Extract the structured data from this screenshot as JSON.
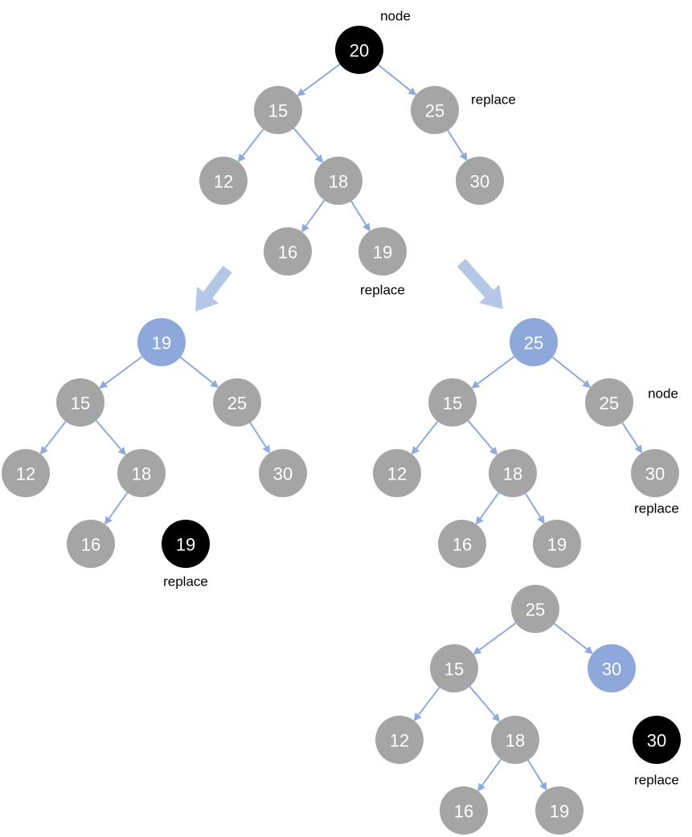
{
  "colors": {
    "normal": "#a5a5a5",
    "highlight": "#8fa8dc",
    "target": "#000000",
    "edge": "#8faadc",
    "big_arrow": "#b4c7e7"
  },
  "trees": [
    {
      "id": "top",
      "nodes": [
        {
          "id": "n20",
          "label": "20",
          "state": "target"
        },
        {
          "id": "n15",
          "label": "15",
          "state": "normal"
        },
        {
          "id": "n25",
          "label": "25",
          "state": "normal"
        },
        {
          "id": "n12",
          "label": "12",
          "state": "normal"
        },
        {
          "id": "n18",
          "label": "18",
          "state": "normal"
        },
        {
          "id": "n30",
          "label": "30",
          "state": "normal"
        },
        {
          "id": "n16",
          "label": "16",
          "state": "normal"
        },
        {
          "id": "n19",
          "label": "19",
          "state": "normal"
        }
      ],
      "edges": [
        [
          "n20",
          "n15"
        ],
        [
          "n20",
          "n25"
        ],
        [
          "n15",
          "n12"
        ],
        [
          "n15",
          "n18"
        ],
        [
          "n25",
          "n30"
        ],
        [
          "n18",
          "n16"
        ],
        [
          "n18",
          "n19"
        ]
      ],
      "tags": [
        {
          "node": "n20",
          "text": "node"
        },
        {
          "node": "n25",
          "text": "replace"
        },
        {
          "node": "n19",
          "text": "replace"
        }
      ]
    },
    {
      "id": "left",
      "nodes": [
        {
          "id": "n19",
          "label": "19",
          "state": "highlight"
        },
        {
          "id": "n15",
          "label": "15",
          "state": "normal"
        },
        {
          "id": "n25",
          "label": "25",
          "state": "normal"
        },
        {
          "id": "n12",
          "label": "12",
          "state": "normal"
        },
        {
          "id": "n18",
          "label": "18",
          "state": "normal"
        },
        {
          "id": "n30",
          "label": "30",
          "state": "normal"
        },
        {
          "id": "n16",
          "label": "16",
          "state": "normal"
        },
        {
          "id": "n19b",
          "label": "19",
          "state": "target"
        }
      ],
      "edges": [
        [
          "n19",
          "n15"
        ],
        [
          "n19",
          "n25"
        ],
        [
          "n15",
          "n12"
        ],
        [
          "n15",
          "n18"
        ],
        [
          "n25",
          "n30"
        ],
        [
          "n18",
          "n16"
        ]
      ],
      "tags": [
        {
          "node": "n19b",
          "text": "replace"
        }
      ]
    },
    {
      "id": "right",
      "nodes": [
        {
          "id": "n25r",
          "label": "25",
          "state": "highlight"
        },
        {
          "id": "n15",
          "label": "15",
          "state": "normal"
        },
        {
          "id": "n25",
          "label": "25",
          "state": "normal"
        },
        {
          "id": "n12",
          "label": "12",
          "state": "normal"
        },
        {
          "id": "n18",
          "label": "18",
          "state": "normal"
        },
        {
          "id": "n30",
          "label": "30",
          "state": "normal"
        },
        {
          "id": "n16",
          "label": "16",
          "state": "normal"
        },
        {
          "id": "n19",
          "label": "19",
          "state": "normal"
        }
      ],
      "edges": [
        [
          "n25r",
          "n15"
        ],
        [
          "n25r",
          "n25"
        ],
        [
          "n15",
          "n12"
        ],
        [
          "n15",
          "n18"
        ],
        [
          "n25",
          "n30"
        ],
        [
          "n18",
          "n16"
        ],
        [
          "n18",
          "n19"
        ]
      ],
      "tags": [
        {
          "node": "n25",
          "text": "node"
        },
        {
          "node": "n30",
          "text": "replace"
        }
      ]
    },
    {
      "id": "bottom",
      "nodes": [
        {
          "id": "n25",
          "label": "25",
          "state": "normal"
        },
        {
          "id": "n15",
          "label": "15",
          "state": "normal"
        },
        {
          "id": "n30",
          "label": "30",
          "state": "highlight"
        },
        {
          "id": "n12",
          "label": "12",
          "state": "normal"
        },
        {
          "id": "n18",
          "label": "18",
          "state": "normal"
        },
        {
          "id": "n30b",
          "label": "30",
          "state": "target"
        },
        {
          "id": "n16",
          "label": "16",
          "state": "normal"
        },
        {
          "id": "n19",
          "label": "19",
          "state": "normal"
        }
      ],
      "edges": [
        [
          "n25",
          "n15"
        ],
        [
          "n25",
          "n30"
        ],
        [
          "n15",
          "n12"
        ],
        [
          "n15",
          "n18"
        ],
        [
          "n18",
          "n16"
        ],
        [
          "n18",
          "n19"
        ]
      ],
      "tags": [
        {
          "node": "n30b",
          "text": "replace"
        }
      ]
    }
  ],
  "transitions": [
    {
      "from": "top",
      "to": "left"
    },
    {
      "from": "top",
      "to": "right"
    }
  ]
}
